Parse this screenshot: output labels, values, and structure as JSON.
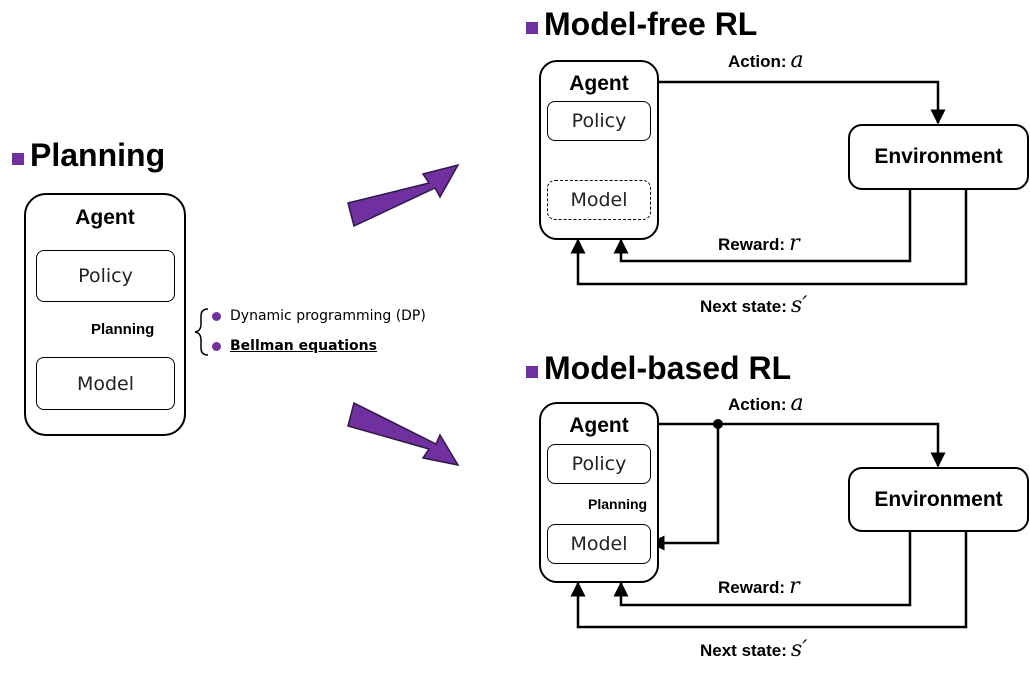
{
  "planning": {
    "title": "Planning",
    "agent_label": "Agent",
    "policy_label": "Policy",
    "model_label": "Model",
    "planning_label": "Planning",
    "methods": [
      "Dynamic programming (DP)",
      "Bellman equations"
    ]
  },
  "model_free": {
    "title": "Model-free RL",
    "agent_label": "Agent",
    "policy_label": "Policy",
    "model_label": "Model",
    "environment_label": "Environment",
    "action_label": "Action:",
    "action_symbol": "a",
    "reward_label": "Reward:",
    "reward_symbol": "r",
    "next_state_label": "Next state:",
    "next_state_symbol": "s′"
  },
  "model_based": {
    "title": "Model-based RL",
    "agent_label": "Agent",
    "policy_label": "Policy",
    "model_label": "Model",
    "planning_label": "Planning",
    "environment_label": "Environment",
    "action_label": "Action:",
    "action_symbol": "a",
    "reward_label": "Reward:",
    "reward_symbol": "r",
    "next_state_label": "Next state:",
    "next_state_symbol": "s′"
  },
  "colors": {
    "accent": "#7030a0",
    "line": "#000000"
  }
}
